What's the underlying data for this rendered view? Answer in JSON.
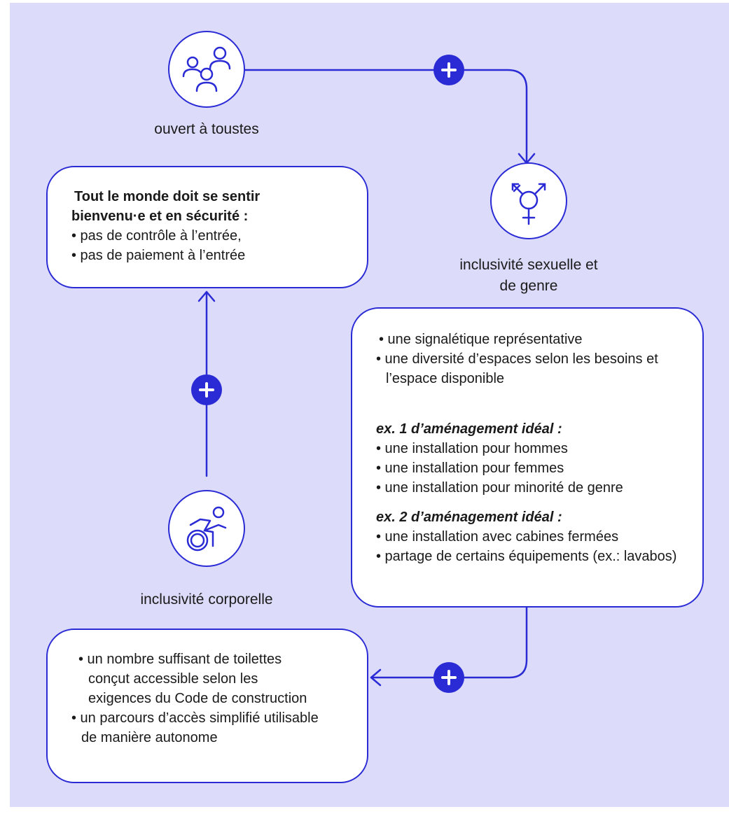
{
  "colors": {
    "background": "#dcdcfa",
    "accent": "#2b2bd6",
    "box": "#ffffff",
    "text": "#1a1a1a"
  },
  "nodes": {
    "open": {
      "icon": "people-group-icon",
      "label": "ouvert à toustes"
    },
    "gender": {
      "icon": "transgender-symbol-icon",
      "label_line1": "inclusivité sexuelle et",
      "label_line2": "de genre"
    },
    "body": {
      "icon": "accessible-wheelchair-icon",
      "label": "inclusivité corporelle"
    }
  },
  "boxes": {
    "welcome": {
      "heading_line1": "Tout le monde doit se sentir",
      "heading_line2": "bienvenu·e et en sécurité :",
      "items": [
        "• pas de contrôle à l’entrée,",
        "• pas de paiement à l’entrée"
      ]
    },
    "gender": {
      "items": [
        "• une signalétique représentative",
        "• une diversité d’espaces selon les besoins et l’espace disponible"
      ],
      "example1_title": "ex. 1 d’aménagement idéal :",
      "example1_items": [
        "• une installation pour hommes",
        "• une installation pour femmes",
        "• une installation pour minorité de genre"
      ],
      "example2_title": "ex. 2 d’aménagement idéal :",
      "example2_items": [
        "• une installation avec cabines fermées",
        "• partage de certains équipements (ex.: lavabos)"
      ]
    },
    "body": {
      "items": [
        "• un nombre suffisant de toilettes conçut accessible selon les exigences du Code de construction",
        "• un parcours d’accès simplifié utilisable de manière autonome"
      ]
    }
  },
  "connectors": {
    "plus_icon": "plus-icon",
    "arrow_icon": "arrow-head-icon"
  }
}
